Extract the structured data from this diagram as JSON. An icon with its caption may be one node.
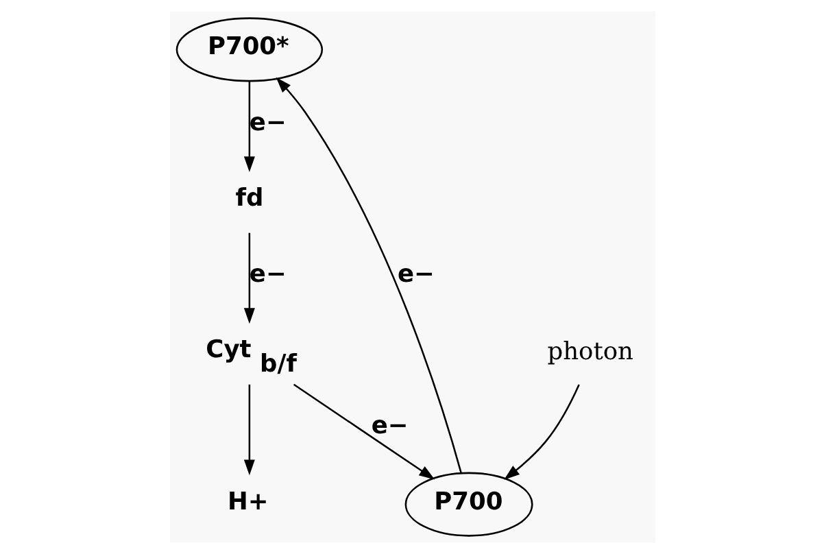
{
  "diagram": {
    "nodes": [
      {
        "text": [
          "P700*"
        ]
      },
      {
        "text": [
          "fd"
        ]
      },
      {
        "text": [
          "Cyt $_{b/f}$"
        ]
      },
      {
        "text": [
          "H+"
        ]
      },
      {
        "text": [
          "photon"
        ]
      },
      {
        "text": [
          "P700"
        ]
      }
    ],
    "edges": [
      {
        "from": 0,
        "to": 1,
        "arrow": "to",
        "label": "e−"
      },
      {
        "from": 1,
        "to": 2,
        "arrow": "to",
        "label": "e−"
      },
      {
        "from": 2,
        "to": 3,
        "arrow": "to"
      },
      {
        "from": 2,
        "to": 5,
        "arrow": "to",
        "label": "e−"
      },
      {
        "from": 4,
        "to": 5,
        "arrow": "to"
      },
      {
        "from": 5,
        "to": 0,
        "arrow": "to",
        "label": "e−"
      }
    ]
  }
}
